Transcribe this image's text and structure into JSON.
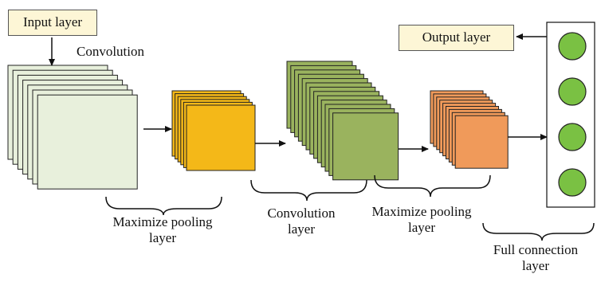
{
  "input_label": "Input layer",
  "output_label": "Output layer",
  "conv1_label": "Convolution",
  "pool1_label": [
    "Maximize pooling",
    "layer"
  ],
  "conv2_label": [
    "Convolution",
    "layer"
  ],
  "pool2_label": [
    "Maximize pooling",
    "layer"
  ],
  "fc_label": [
    "Full connection",
    "layer"
  ],
  "stacks": [
    {
      "name": "input-feature-maps",
      "count": 7,
      "fill": "#e8f0dc",
      "front_fill": "#e8f0dc"
    },
    {
      "name": "pooling-1-feature-maps",
      "count": 6,
      "fill": "#f4b818",
      "front_fill": "#f4b818"
    },
    {
      "name": "convolution-2-feature-maps",
      "count": 13,
      "fill": "#9ab35e",
      "front_fill": "#9ab35e"
    },
    {
      "name": "pooling-2-feature-maps",
      "count": 9,
      "fill": "#f09a5a",
      "front_fill": "#f09a5a"
    }
  ],
  "fc_neuron_color": "#7ac143",
  "fc_neuron_count": 4
}
